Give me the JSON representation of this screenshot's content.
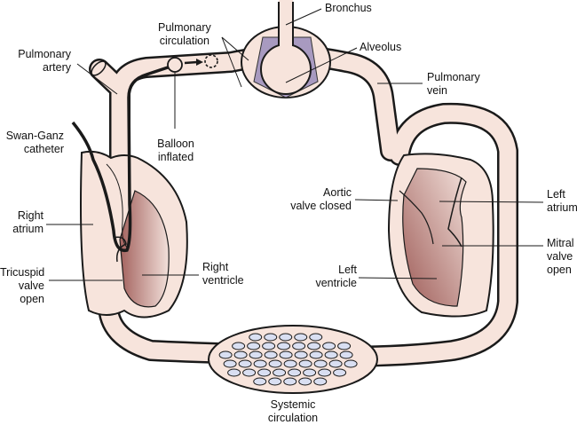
{
  "labels": {
    "bronchus": "Bronchus",
    "pulmonary_circulation": "Pulmonary\ncirculation",
    "alveolus": "Alveolus",
    "pulmonary_artery": "Pulmonary\nartery",
    "pulmonary_vein": "Pulmonary\nvein",
    "balloon_inflated": "Balloon\ninflated",
    "swan_ganz_catheter": "Swan-Ganz\ncatheter",
    "right_atrium": "Right\natrium",
    "tricuspid_valve_open": "Tricuspid\nvalve\nopen",
    "right_ventricle": "Right\nventricle",
    "aortic_valve_closed": "Aortic\nvalve closed",
    "left_atrium": "Left\natrium",
    "mitral_valve_open": "Mitral\nvalve\nopen",
    "left_ventricle": "Left\nventricle",
    "systemic_circulation": "Systemic\ncirculation"
  },
  "colors": {
    "vessel": "#f7e4dc",
    "outline": "#1a1a1a",
    "ventricle_dark": "#a3625e",
    "ventricle_light": "#f2e0da",
    "alveolus_membrane": "#a89ac0",
    "capillary_cell": "#d9dff2"
  }
}
